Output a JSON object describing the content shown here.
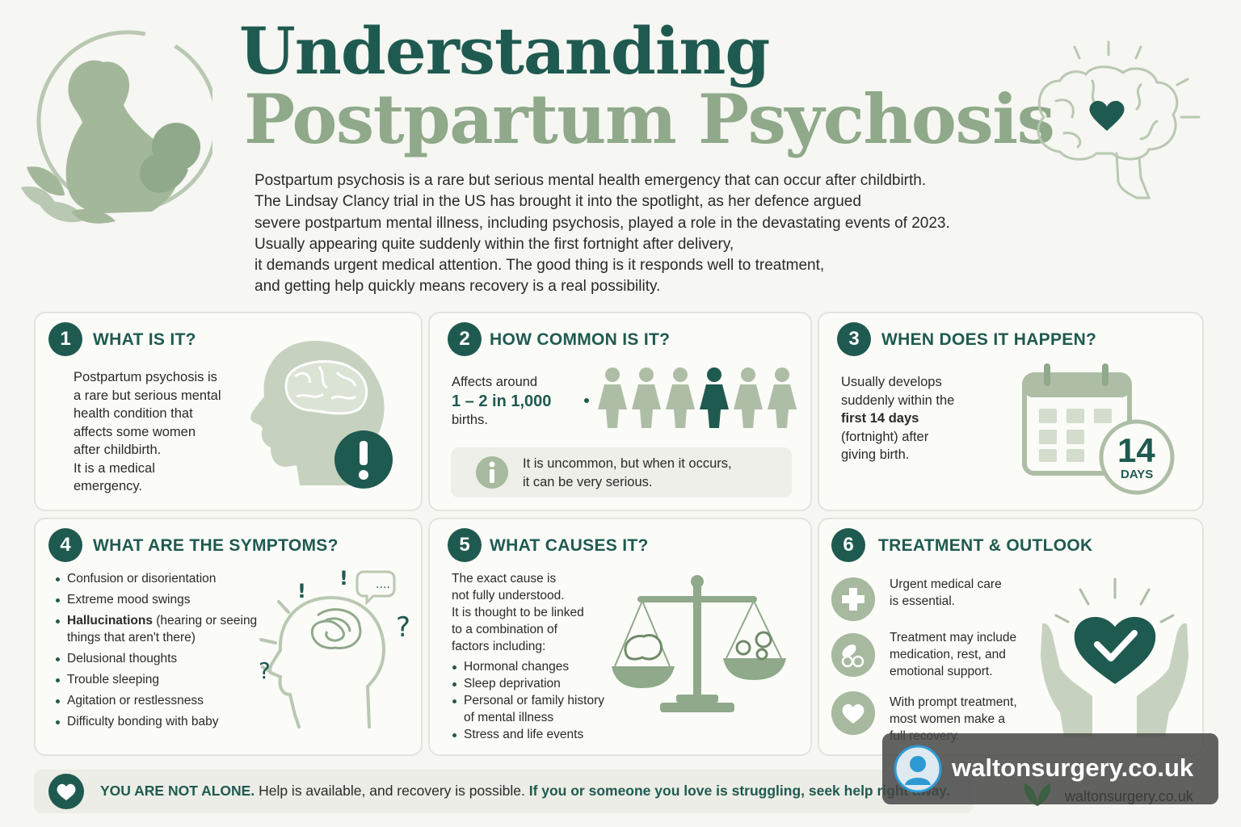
{
  "header": {
    "title_line1": "Understanding",
    "title_line2": "Postpartum Psychosis",
    "intro_lines": [
      "Postpartum psychosis is a rare but serious mental health emergency that can occur after childbirth.",
      "The Lindsay Clancy trial in the US has brought it into the spotlight, as her defence argued",
      "severe postpartum mental illness, including psychosis, played a role in the devastating events of 2023.",
      "Usually appearing quite suddenly within the first fortnight after delivery,",
      "it demands urgent medical attention. The good thing is it responds well to treatment,",
      "and getting help quickly means recovery is a real possibility."
    ]
  },
  "cards": {
    "what": {
      "number": "1",
      "title": "WHAT IS IT?",
      "lines": [
        "Postpartum psychosis is",
        "a rare but serious mental",
        "health condition that",
        "affects some women",
        "after childbirth.",
        "It is a medical",
        "emergency."
      ],
      "icon": "head-brain-exclamation-icon"
    },
    "common": {
      "number": "2",
      "title": "HOW COMMON IS IT?",
      "affects_prefix": "Affects around",
      "stat": "1 – 2 in 1,000",
      "affects_suffix": "births.",
      "info_line1": "It is uncommon, but when it occurs,",
      "info_line2": "it can be very serious.",
      "icon": "women-figures-icon"
    },
    "when": {
      "number": "3",
      "title": "WHEN DOES IT HAPPEN?",
      "line1": "Usually develops",
      "line2": "suddenly within the",
      "line3_bold": "first 14 days",
      "line4": "(fortnight) after",
      "line5": "giving birth.",
      "days_number": "14",
      "days_label": "DAYS",
      "icon": "calendar-icon"
    },
    "symptoms": {
      "number": "4",
      "title": "WHAT ARE THE SYMPTOMS?",
      "item1": "Confusion or disorientation",
      "item2": "Extreme mood swings",
      "item3_bold": "Hallucinations",
      "item3_rest": " (hearing or seeing",
      "item3_line2": "things that aren't there)",
      "item4": "Delusional thoughts",
      "item5": "Trouble sleeping",
      "item6": "Agitation or restlessness",
      "item7": "Difficulty bonding with baby",
      "icon": "confused-head-icon"
    },
    "causes": {
      "number": "5",
      "title": "WHAT CAUSES IT?",
      "lines": [
        "The exact cause is",
        "not fully understood.",
        "It is thought to be linked",
        "to a combination of",
        "factors including:"
      ],
      "item1": "Hormonal changes",
      "item2": "Sleep deprivation",
      "item3_line1": "Personal or family history",
      "item3_line2": "of mental illness",
      "item4": "Stress and life events",
      "icon": "balance-scale-icon"
    },
    "treatment": {
      "number": "6",
      "title": "TREATMENT & OUTLOOK",
      "block1_line1": "Urgent medical care",
      "block1_line2": "is essential.",
      "block2_line1": "Treatment may include",
      "block2_line2": "medication, rest, and",
      "block2_line3": "emotional support.",
      "block3_line1": "With prompt treatment,",
      "block3_line2": "most women make a",
      "block3_line3": "full recovery.",
      "icon": "hands-heart-check-icon"
    }
  },
  "footer": {
    "lead": "YOU ARE NOT ALONE.",
    "middle": " Help is available, and recovery is possible. ",
    "tail": "If you or someone you love is struggling, seek help right away."
  },
  "watermark": {
    "main": "waltonsurgery.co.uk",
    "sub": "waltonsurgery.co.uk"
  },
  "colors": {
    "dark_green": "#1f5a50",
    "sage": "#8fa98a",
    "light_sage": "#c5d2bd",
    "background": "#f6f6f2"
  }
}
